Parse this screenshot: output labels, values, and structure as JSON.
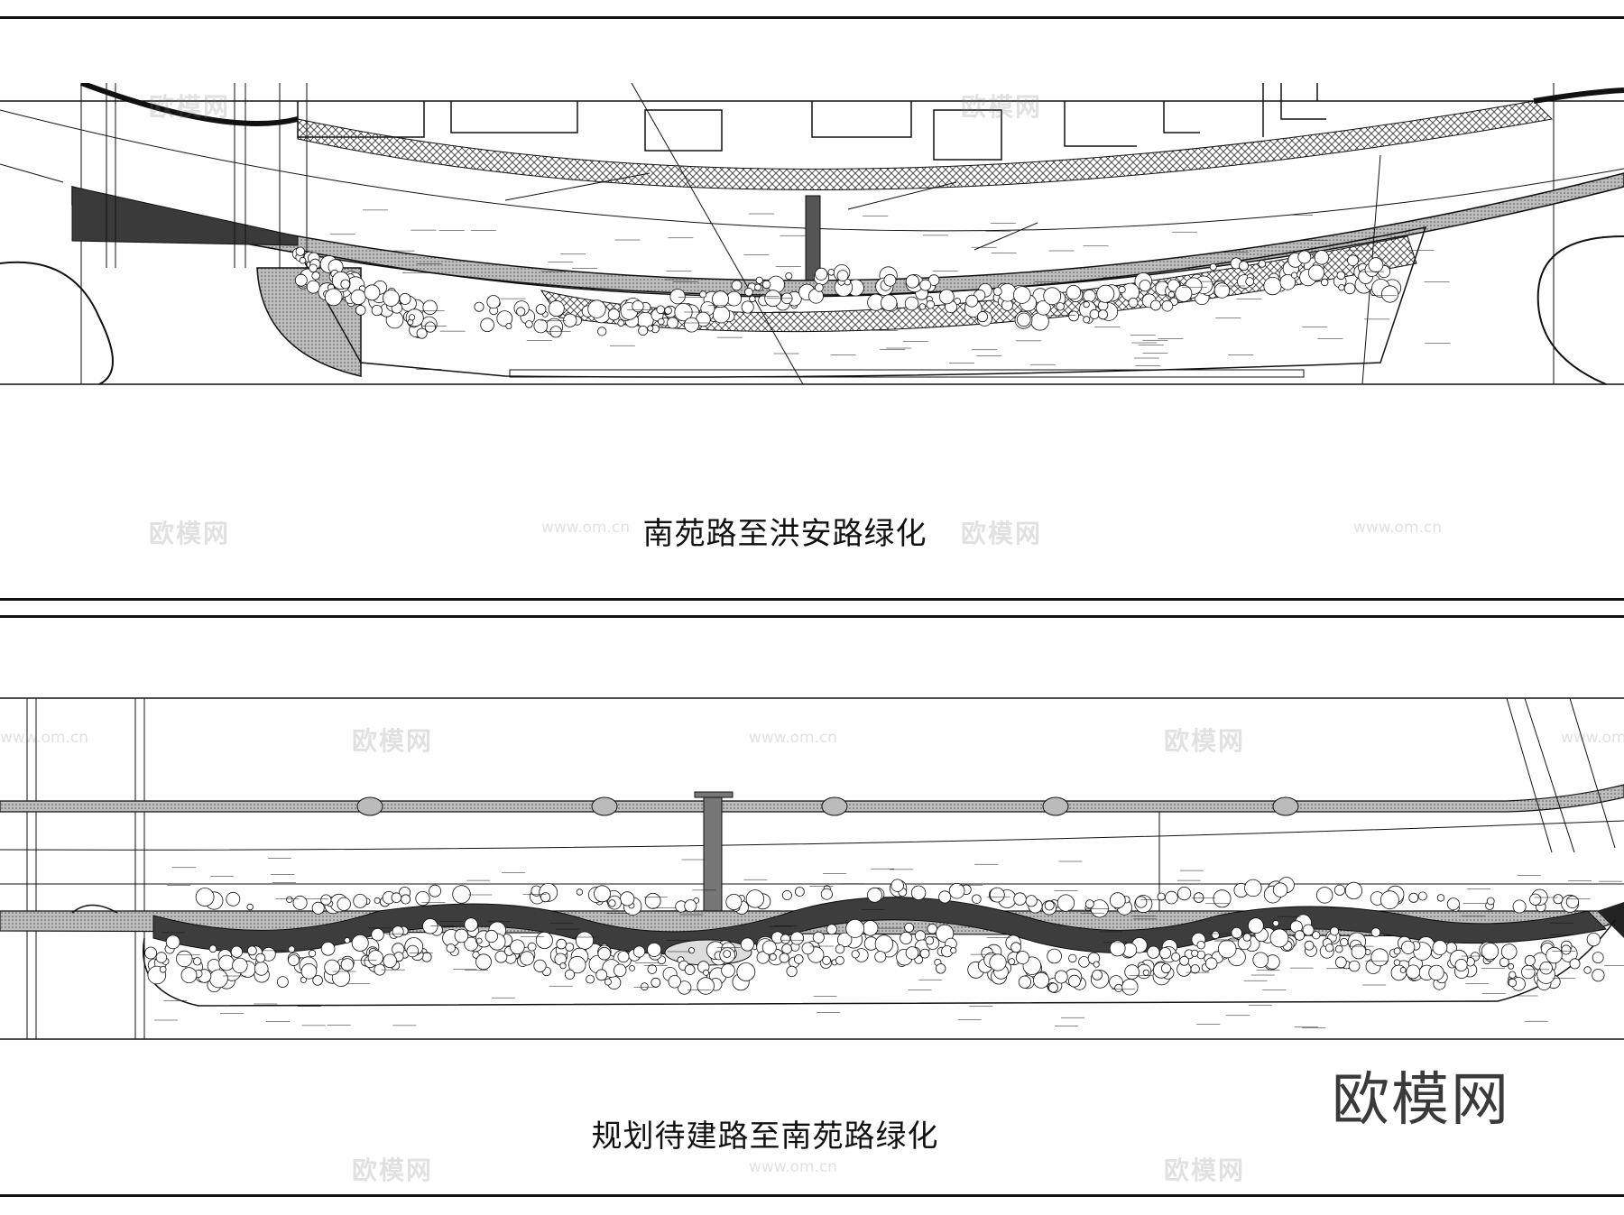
{
  "captions": {
    "top": "南苑路至洪安路绿化",
    "bottom": "规划待建路至南苑路绿化"
  },
  "watermark": {
    "brand": "欧模网",
    "url": "www.om.cn"
  },
  "colors": {
    "line": "#111111",
    "hatch": "#333333",
    "paving": "#9a9a9a",
    "watermark": "#c8c8c8"
  }
}
